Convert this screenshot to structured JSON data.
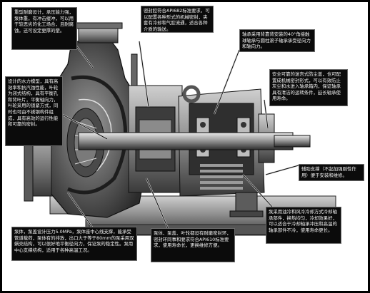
{
  "diagram": {
    "type": "pump-cutaway-with-callouts",
    "colors": {
      "callout_bg": "#0b0b0b",
      "callout_text": "#f2f2f2",
      "leader": "#d8d8d8",
      "frame": "#000000"
    },
    "callouts": [
      {
        "id": "c1",
        "text": "重型耐磨设计，承压能力强，泵体重，有冲击缓冲，可以用于较恶劣的化工场合，且耐腐蚀，还可设定更厚的壁。"
      },
      {
        "id": "c2",
        "text": "密封腔符合API682标准要求，可以配置各种形式的机械密封，夹套有冷却和气腔流通，适合各种介质的输送。"
      },
      {
        "id": "c3",
        "text": "轴承采用背靠背安装的40°角接触球轴承与圆柱滚子轴承承受径向力和轴向力。"
      },
      {
        "id": "c4",
        "text": "设计的水力模型，具有高效率和抗汽蚀性能，叶轮为闭式结构，具有平衡孔和背叶片，平衡轴向力，叶轮采用的锁紧方式，同时也可由不锈钢构件组成，具有高效的运行性能和可靠的密封。"
      },
      {
        "id": "c5",
        "text": "安全可靠的迷宫式防尘盖，也可配置成机械密封形式，可以有效防止灰尘和水进入轴承箱内，保证轴承具有清洁的运转条件，延长轴承使用寿命。"
      },
      {
        "id": "c6",
        "text": "辅助支撑（不起加强刚性作用）便于安装和维修。"
      },
      {
        "id": "c7",
        "text": "泵体，泵盖设计压力5.0MPa，泵体座中心线支撑，能承受管道载荷，泵体有的排放，出口大于等于80mm的泵采用双蜗壳结构，可以很好地平衡径向力，保证泵的稳定性。泵用中心支撑结构，适用于各种高温工况。"
      },
      {
        "id": "c8",
        "text": "泵体、泵盖、叶轮都设有耐磨密封环，密封环同事和要求符合API610标准要求，使用寿命长，更换维修方便。"
      },
      {
        "id": "c9",
        "text": "泵采用油冷和风冷冷却方式冷却轴承部件，换热均匀，冷却效果好，可以适合于冷却轴承冲压和高温的轴承部件不冷，使用寿命更长。"
      }
    ]
  }
}
